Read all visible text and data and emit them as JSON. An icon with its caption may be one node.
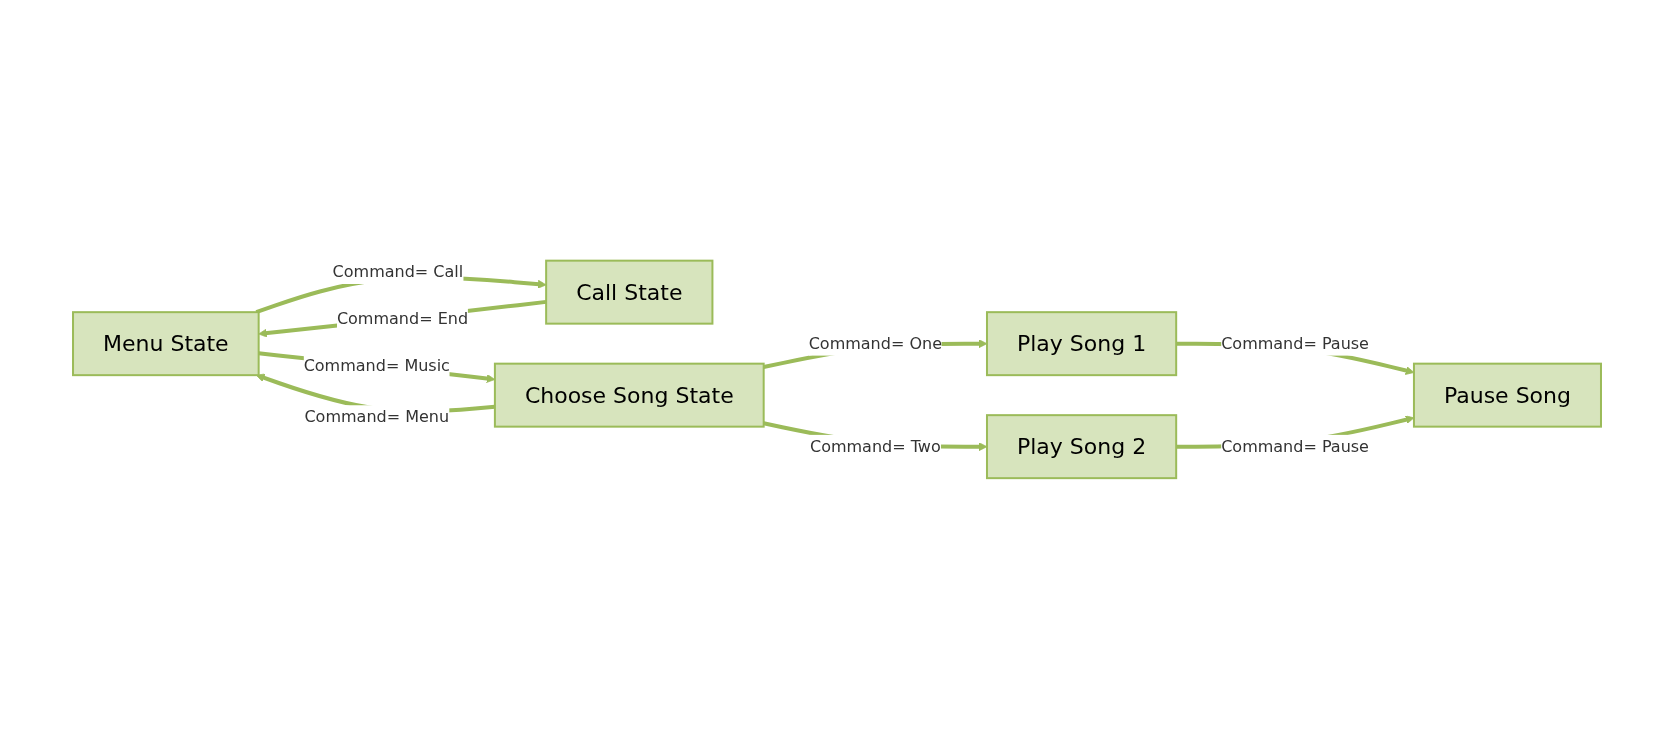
{
  "diagram": {
    "nodes": [
      {
        "text": [
          "Menu State"
        ]
      },
      {
        "text": [
          "Call State"
        ]
      },
      {
        "text": [
          "Choose Song State"
        ]
      },
      {
        "text": [
          "Play Song 1"
        ]
      },
      {
        "text": [
          "Play Song 2"
        ]
      },
      {
        "text": [
          "Pause Song"
        ]
      }
    ],
    "edges": [
      {
        "from": 0,
        "to": 1,
        "arrow": "to",
        "label": "Command= Call"
      },
      {
        "from": 1,
        "to": 0,
        "arrow": "to",
        "label": "Command= End"
      },
      {
        "from": 0,
        "to": 2,
        "arrow": "to",
        "label": "Command= Music"
      },
      {
        "from": 2,
        "to": 0,
        "arrow": "to",
        "label": "Command= Menu"
      },
      {
        "from": 2,
        "to": 3,
        "arrow": "to",
        "label": "Command= One"
      },
      {
        "from": 2,
        "to": 4,
        "arrow": "to",
        "label": "Command= Two"
      },
      {
        "from": 3,
        "to": 5,
        "arrow": "to",
        "label": "Command= Pause"
      },
      {
        "from": 4,
        "to": 5,
        "arrow": "to",
        "label": "Command= Pause"
      }
    ]
  }
}
